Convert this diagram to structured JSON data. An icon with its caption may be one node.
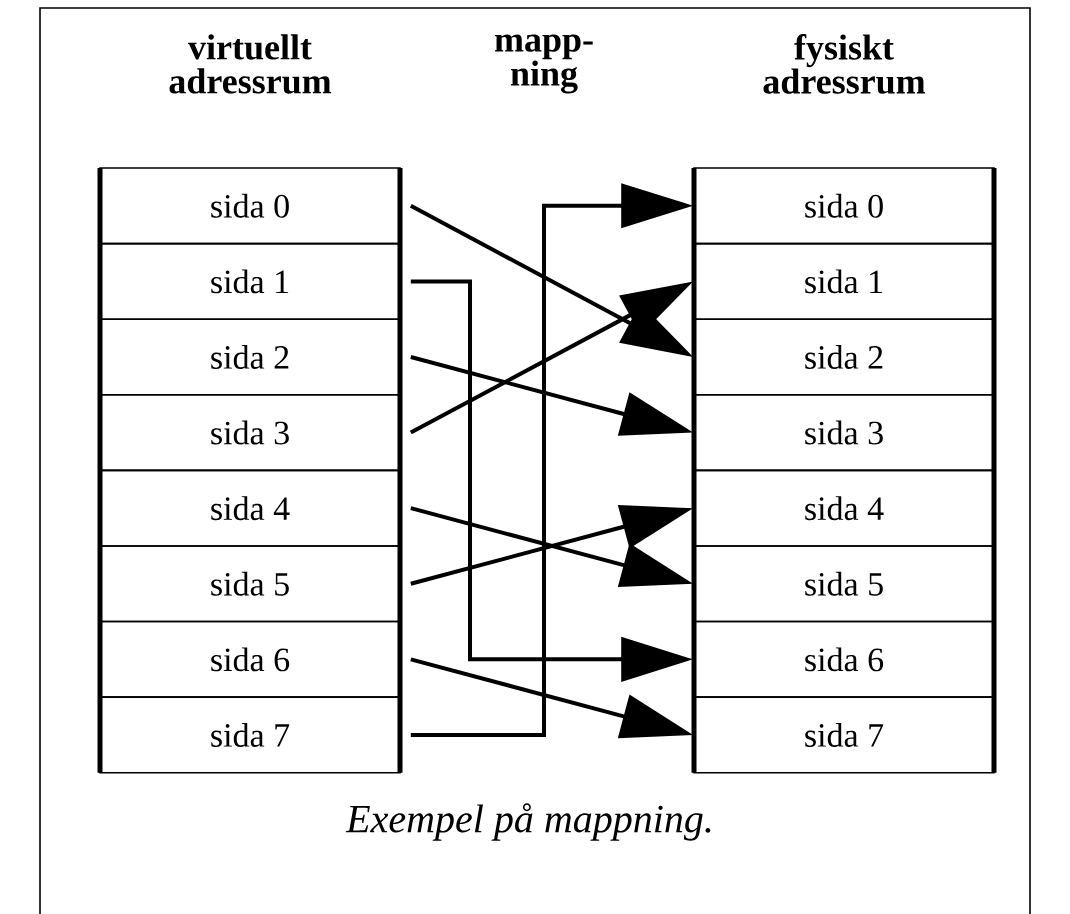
{
  "diagram": {
    "caption": "Exempel på mappning.",
    "nodes": [
      {
        "text": [
          "sida 0"
        ]
      },
      {
        "text": [
          "sida 1"
        ]
      },
      {
        "text": [
          "sida 2"
        ]
      },
      {
        "text": [
          "sida 3"
        ]
      },
      {
        "text": [
          "sida 4"
        ]
      },
      {
        "text": [
          "sida 5"
        ]
      },
      {
        "text": [
          "sida 6"
        ]
      },
      {
        "text": [
          "sida 7"
        ]
      },
      {
        "text": [
          "sida 0"
        ]
      },
      {
        "text": [
          "sida 1"
        ]
      },
      {
        "text": [
          "sida 2"
        ]
      },
      {
        "text": [
          "sida 3"
        ]
      },
      {
        "text": [
          "sida 4"
        ]
      },
      {
        "text": [
          "sida 5"
        ]
      },
      {
        "text": [
          "sida 6"
        ]
      },
      {
        "text": [
          "sida 7"
        ]
      }
    ],
    "edges": [
      {
        "from": 0,
        "to": 10,
        "arrow": "to"
      },
      {
        "from": 1,
        "to": 14,
        "arrow": "to"
      },
      {
        "from": 2,
        "to": 11,
        "arrow": "to"
      },
      {
        "from": 3,
        "to": 9,
        "arrow": "to"
      },
      {
        "from": 4,
        "to": 13,
        "arrow": "to"
      },
      {
        "from": 5,
        "to": 12,
        "arrow": "to"
      },
      {
        "from": 6,
        "to": 15,
        "arrow": "to"
      },
      {
        "from": 7,
        "to": 8,
        "arrow": "to"
      }
    ],
    "labels": [
      "virtuellt adressrum",
      "mapp- ning",
      "fysiskt adressrum"
    ]
  }
}
